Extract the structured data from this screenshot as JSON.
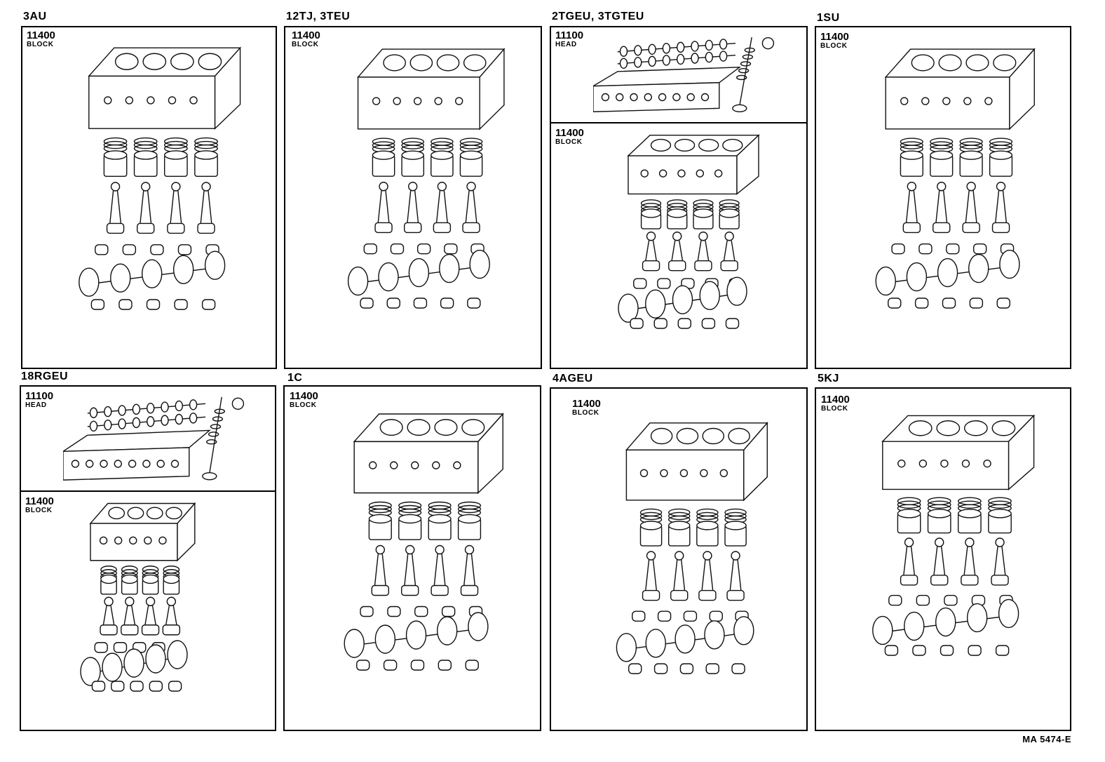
{
  "panels": [
    {
      "engine": "3AU",
      "sections": [
        {
          "code": "11400",
          "name": "BLOCK"
        }
      ]
    },
    {
      "engine": "12TJ,  3TEU",
      "sections": [
        {
          "code": "11400",
          "name": "BLOCK"
        }
      ]
    },
    {
      "engine": "2TGEU, 3TGTEU",
      "sections": [
        {
          "code": "11100",
          "name": "HEAD"
        },
        {
          "code": "11400",
          "name": "BLOCK"
        }
      ]
    },
    {
      "engine": "1SU",
      "sections": [
        {
          "code": "11400",
          "name": "BLOCK"
        }
      ]
    },
    {
      "engine": "18RGEU",
      "sections": [
        {
          "code": "11100",
          "name": "HEAD"
        },
        {
          "code": "11400",
          "name": "BLOCK"
        }
      ]
    },
    {
      "engine": "1C",
      "sections": [
        {
          "code": "11400",
          "name": "BLOCK"
        }
      ]
    },
    {
      "engine": "4AGEU",
      "sections": [
        {
          "code": "11400",
          "name": "BLOCK"
        }
      ]
    },
    {
      "engine": "5KJ",
      "sections": [
        {
          "code": "11400",
          "name": "BLOCK"
        }
      ]
    }
  ],
  "footer": {
    "reference": "MA  5474-E"
  },
  "colors": {
    "line": "#111111",
    "background": "#ffffff"
  }
}
